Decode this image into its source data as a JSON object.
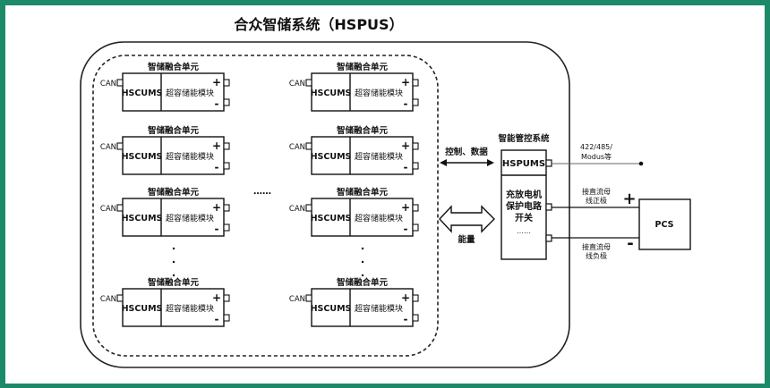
{
  "title": "合众智储系统（HSPUS）",
  "unit": {
    "label": "智储融合单元",
    "hscums": "HSCUMS",
    "module": "超容储能模块",
    "can": "CAN",
    "plus": "+",
    "minus": "-"
  },
  "units": [
    {
      "col": 0,
      "row": 0
    },
    {
      "col": 1,
      "row": 0
    },
    {
      "col": 0,
      "row": 1
    },
    {
      "col": 1,
      "row": 1
    },
    {
      "col": 0,
      "row": 2
    },
    {
      "col": 1,
      "row": 2
    },
    {
      "col": 0,
      "row": 3
    },
    {
      "col": 1,
      "row": 3
    }
  ],
  "ellipsis_horizontal": "……",
  "ellipsis_vertical": "·",
  "arrows": {
    "control_label": "控制、数据",
    "energy_label": "能量"
  },
  "management": {
    "title": "智能管控系统",
    "hspums": "HSPUMS",
    "switch_lines": [
      "充放电机",
      "保护电路",
      "开关"
    ],
    "switch_ellipsis": "……"
  },
  "external": {
    "comm_label_lines": [
      "422/485/",
      "Modus等"
    ],
    "pos_label_lines": [
      "接直流母",
      "线正极"
    ],
    "neg_label_lines": [
      "接直流母",
      "线负极"
    ],
    "pcs": "PCS",
    "plus": "+",
    "minus": "-"
  }
}
